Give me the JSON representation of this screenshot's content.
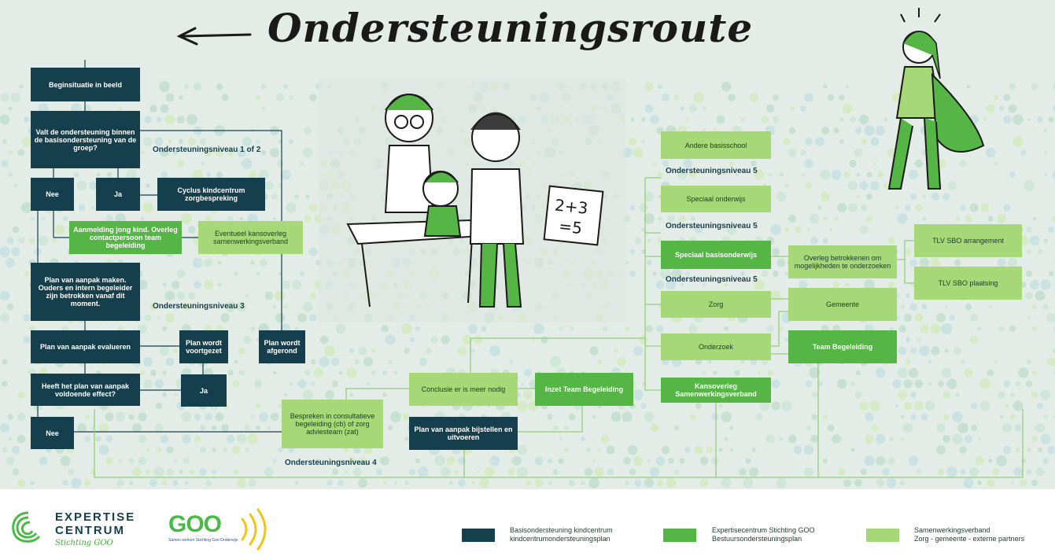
{
  "title": "Ondersteuningsroute",
  "boxes": {
    "beginsituatie": "Beginsituatie in beeld",
    "valt": "Valt de ondersteuning binnen de basisondersteuning van de groep?",
    "nee1": "Nee",
    "ja1": "Ja",
    "cyclus": "Cyclus kindcentrum zorgbespreking",
    "aanmelding": "Aanmelding jong kind. Overleg contactpersoon team begeleiding",
    "eventueel": "Eventueel kansoverleg samenwerkingsverband",
    "plan_opstellen": "Plan van aanpak maken. Ouders en intern begeleider zijn betrokken vanaf dit moment.",
    "plan_evalueren": "Plan van aanpak evalueren",
    "voortgezet": "Plan wordt voortgezet",
    "afgerond": "Plan wordt afgerond",
    "heeft": "Heeft het plan van aanpak voldoende effect?",
    "ja2": "Ja",
    "nee2": "Nee",
    "bespreken": "Bespreken in consultatieve begeleiding (cb) of zorg adviesteam (zat)",
    "conclusie": "Conclusie er is meer nodig",
    "inzet": "Inzet Team Begeleiding",
    "bijstellen": "Plan van aanpak bijstellen en uitvoeren",
    "andere": "Andere basisschool",
    "speciaal_onderwijs": "Speciaal onderwijs",
    "speciaal_basis": "Speciaal basisonderwijs",
    "zorg": "Zorg",
    "onderzoek": "Onderzoek",
    "kansoverleg": "Kansoverleg Samenwerkingsverband",
    "overleg": "Overleg betrokkenen om mogelijkheden te onderzoeken",
    "gemeente": "Gemeente",
    "team_begeleiding": "Team Begeleiding",
    "tlv_arrangement": "TLV SBO arrangement",
    "tlv_plaatsing": "TLV SBO plaatsing"
  },
  "labels": {
    "niveau12": "Ondersteuningsniveau 1 of 2",
    "niveau3": "Ondersteuningsniveau 3",
    "niveau4": "Ondersteuningsniveau 4",
    "niveau5a": "Ondersteuningsniveau 5",
    "niveau5b": "Ondersteuningsniveau 5",
    "niveau5c": "Ondersteuningsniveau 5"
  },
  "legend": [
    {
      "color": "#153f4c",
      "line1": "Basisondersteuning kindcentrum",
      "line2": "kindcentrumondersteuningsplan"
    },
    {
      "color": "#55b545",
      "line1": "Expertisecentrum Stichting GOO",
      "line2": "Bestuursondersteuningsplan"
    },
    {
      "color": "#a6d878",
      "line1": "Samenwerkingsverband",
      "line2": "Zorg - gemeente - externe partners"
    }
  ],
  "logos": {
    "expertise_line1": "EXPERTISE",
    "expertise_line2": "CENTRUM",
    "expertise_sub": "Stichting GOO",
    "goo": "GOO",
    "goo_sub": "Samen werken Stichting Goo Onderwijs"
  },
  "colors": {
    "basis": "#153f4c",
    "expertise": "#55b545",
    "samenwerking": "#a6d878",
    "line": "#8fd07a",
    "background": "#e4ece7"
  },
  "icons": [
    "left-arrow-icon",
    "expertise-swirl-icon",
    "goo-sound-waves-icon"
  ]
}
